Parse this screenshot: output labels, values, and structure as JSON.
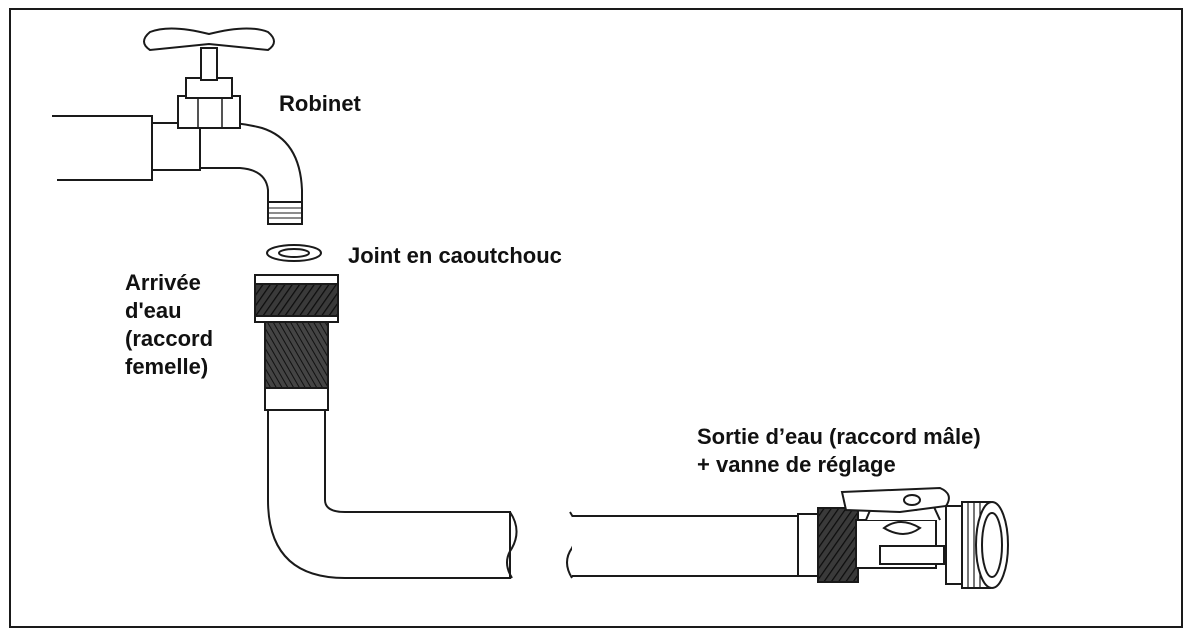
{
  "labels": {
    "faucet": "Robinet",
    "washer": "Joint en caoutchouc",
    "inlet": [
      "Arrivée",
      "d'eau",
      "(raccord",
      "femelle)"
    ],
    "outlet": [
      "Sortie d’eau (raccord mâle)",
      "+ vanne de réglage"
    ]
  },
  "colors": {
    "line": "#1a1a1a",
    "knurl": "#2b2b2b",
    "background": "#ffffff"
  }
}
